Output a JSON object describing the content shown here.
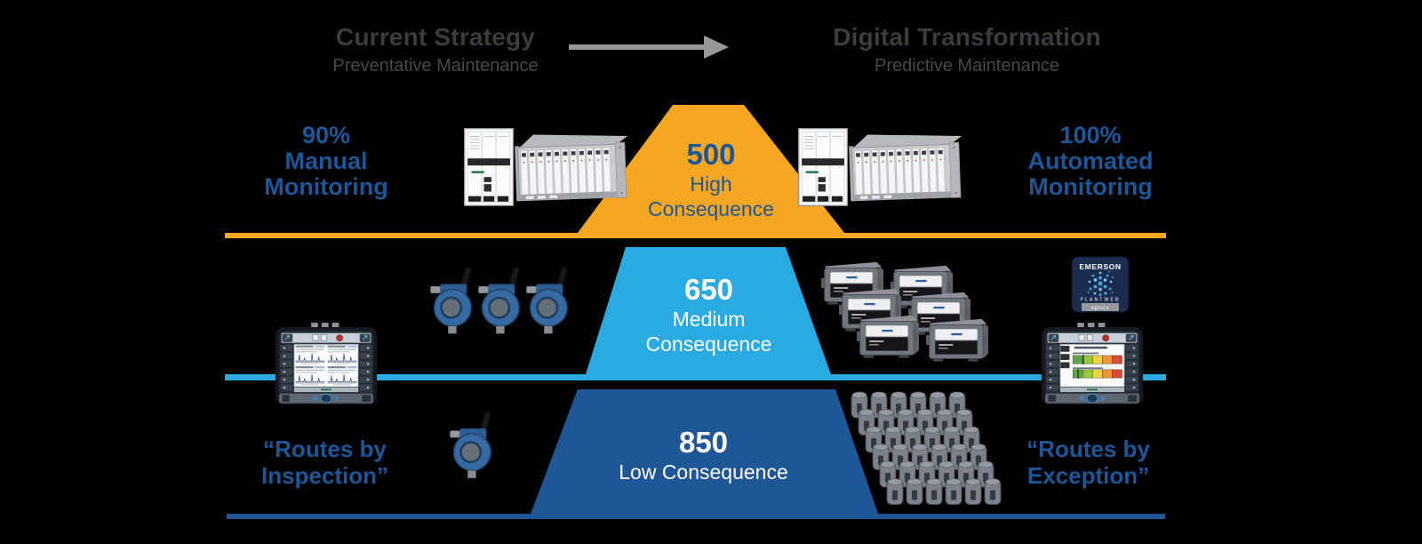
{
  "colors": {
    "orange": "#F5A623",
    "lightblue": "#29ABE2",
    "darkblue": "#1F5796",
    "textblue": "#1E5799",
    "headgray": "#3E3B40",
    "subgray": "#4A474C",
    "arrowgray": "#98989A"
  },
  "header": {
    "current": {
      "title": "Current Strategy",
      "subtitle": "Preventative Maintenance"
    },
    "future": {
      "title": "Digital Transformation",
      "subtitle": "Predictive Maintenance"
    }
  },
  "pyramid": {
    "levels": [
      {
        "id": "high",
        "value": "500",
        "lines": [
          "High",
          "Consequence"
        ],
        "color": "#F5A623",
        "text_color": "#1F5796"
      },
      {
        "id": "medium",
        "value": "650",
        "lines": [
          "Medium",
          "Consequence"
        ],
        "color": "#29ABE2",
        "text_color": "#FFFFFF"
      },
      {
        "id": "low",
        "value": "850",
        "lines": [
          "Low Consequence"
        ],
        "color": "#1F5796",
        "text_color": "#FFFFFF"
      }
    ]
  },
  "left_column": {
    "stat": {
      "lines": [
        "90%",
        "Manual",
        "Monitoring"
      ]
    },
    "quote": {
      "lines": [
        "“Routes by",
        "Inspection”"
      ]
    }
  },
  "right_column": {
    "stat": {
      "lines": [
        "100%",
        "Automated",
        "Monitoring"
      ]
    },
    "quote": {
      "lines": [
        "“Routes by",
        "Exception”"
      ]
    }
  },
  "optics_logo": {
    "brand": "EMERSON",
    "product": "PLANTWEB",
    "suffix": "optics"
  },
  "devices": {
    "left_rack": "machinery-protection-rack",
    "right_rack": "machinery-protection-rack",
    "transmitter_trio": "wireless-vibration-transmitters",
    "single_transmitter": "wireless-vibration-transmitter",
    "left_analyzer": "portable-vibration-analyzer",
    "right_analyzer": "portable-vibration-analyzer",
    "gateway_stack": "monitoring-gateway-stack",
    "sensor_grid": "wireless-sensor-array",
    "logo": "emerson-plantweb-optics-logo"
  }
}
